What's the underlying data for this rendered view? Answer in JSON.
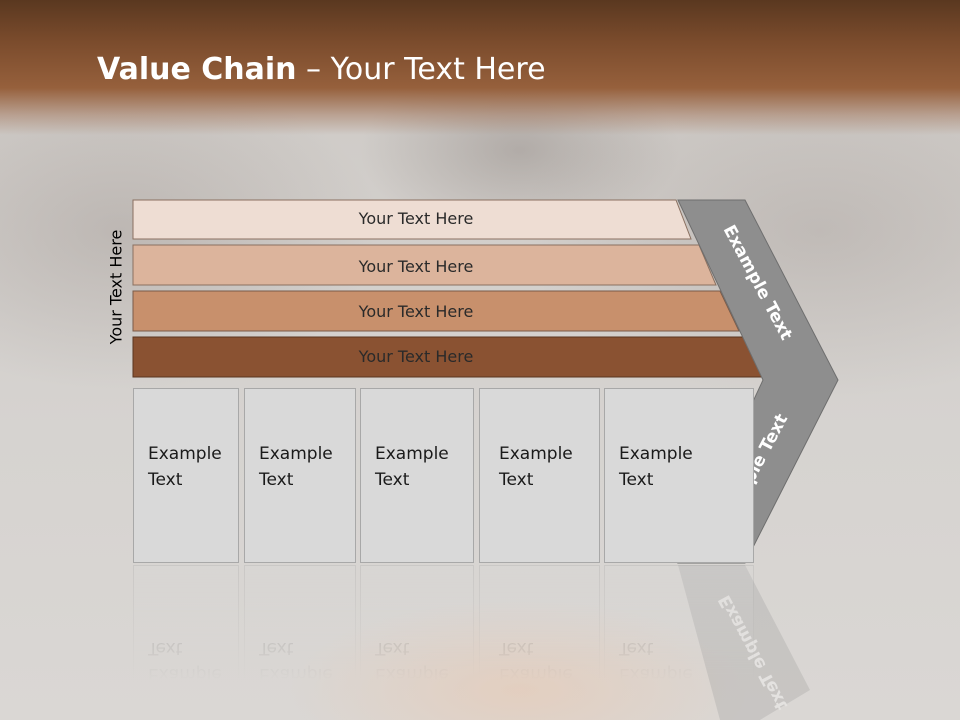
{
  "slide": {
    "title_bold": "Value Chain",
    "title_rest": " – Your Text Here",
    "vertical_label": "Your Text Here"
  },
  "bands": [
    {
      "label": "Your Text Here",
      "color": "#eeddd3"
    },
    {
      "label": "Your Text Here",
      "color": "#dcb49c"
    },
    {
      "label": "Your Text Here",
      "color": "#c8906c"
    },
    {
      "label": "Your Text Here",
      "color": "#8a5232"
    }
  ],
  "boxes": [
    {
      "line1": "Example",
      "line2": "Text"
    },
    {
      "line1": "Example",
      "line2": "Text"
    },
    {
      "line1": "Example",
      "line2": "Text"
    },
    {
      "line1": "Example",
      "line2": "Text"
    },
    {
      "line1": "Example",
      "line2": "Text"
    }
  ],
  "chevron": {
    "upper_label": "Example Text",
    "lower_label": "Example Text",
    "color": "#8e8e8e"
  }
}
